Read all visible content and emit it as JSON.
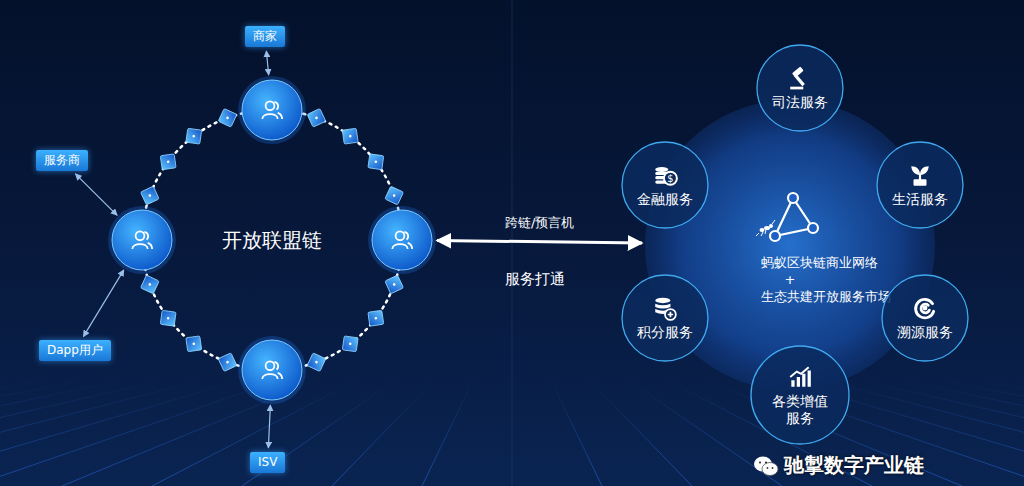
{
  "diagram": {
    "nodes": [
      {
        "text": [
          "商家"
        ]
      },
      {
        "text": [
          "服务商"
        ]
      },
      {
        "text": [
          "Dapp用户"
        ]
      },
      {
        "text": [
          "ISV"
        ]
      },
      {
        "text": [
          "开放联盟链"
        ]
      },
      {
        "text": [
          "蚂蚁区块链商业网络+ 生态共建开放服务市场"
        ]
      },
      {
        "text": [
          "司法服务"
        ]
      },
      {
        "text": [
          "金融服务"
        ]
      },
      {
        "text": [
          "生活服务"
        ]
      },
      {
        "text": [
          "积分服务"
        ]
      },
      {
        "text": [
          "溯源服务"
        ]
      },
      {
        "text": [
          "各类增值服务"
        ]
      }
    ],
    "edges": [
      {
        "from": 0,
        "to": 4,
        "arrow": "both"
      },
      {
        "from": 1,
        "to": 4,
        "arrow": "both"
      },
      {
        "from": 2,
        "to": 4,
        "arrow": "both"
      },
      {
        "from": 3,
        "to": 4,
        "arrow": "both"
      },
      {
        "from": 4,
        "to": 5,
        "label": "跨链/预言机",
        "arrow": "both"
      }
    ],
    "labels": [
      "服务打通",
      "驰掣数字产业链"
    ]
  }
}
